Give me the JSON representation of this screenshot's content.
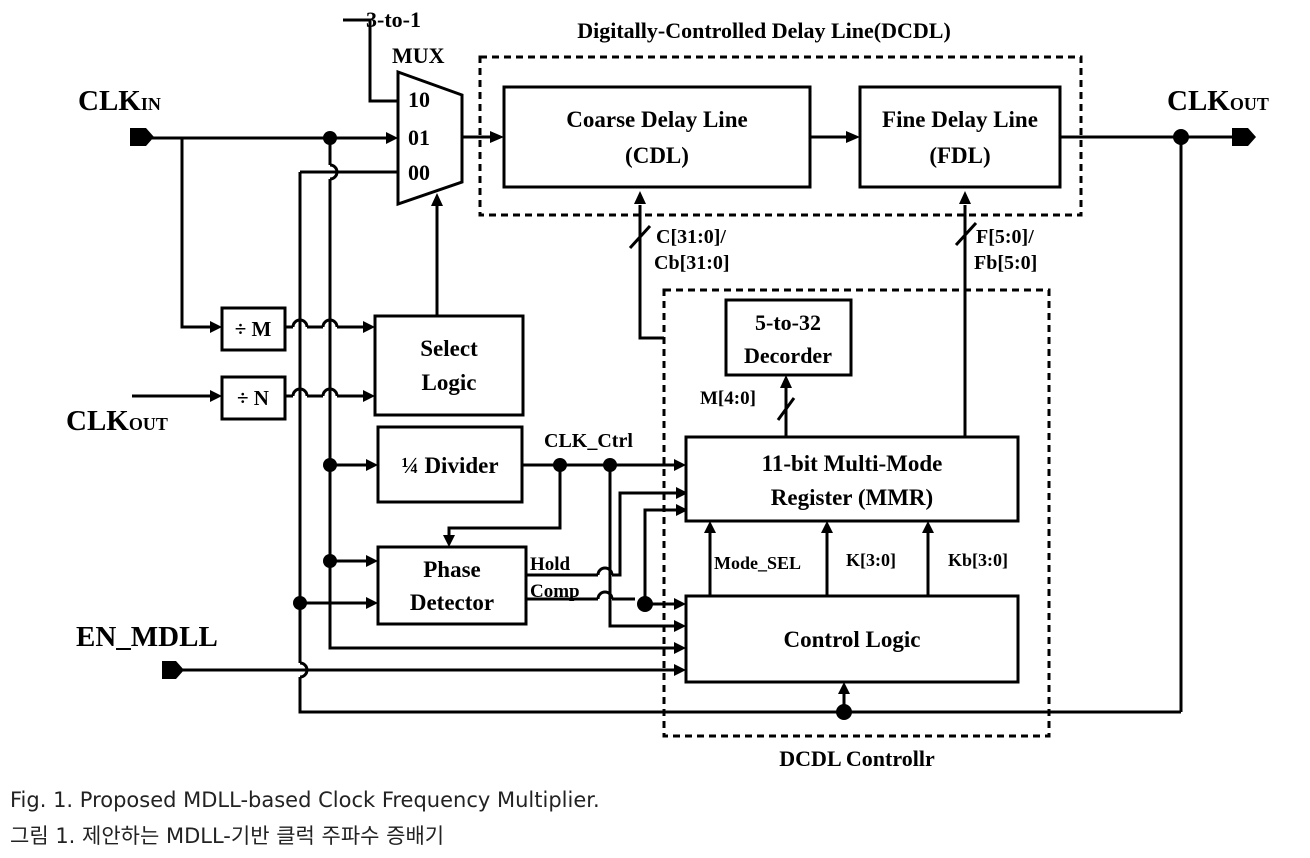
{
  "blocks": {
    "dcdl_title": "Digitally-Controlled Delay Line(DCDL)",
    "mux_title_1": "3-to-1",
    "mux_title_2": "MUX",
    "mux_in_10": "10",
    "mux_in_01": "01",
    "mux_in_00": "00",
    "cdl_1": "Coarse Delay Line",
    "cdl_2": "(CDL)",
    "fdl_1": "Fine Delay Line",
    "fdl_2": "(FDL)",
    "div_m": "÷ M",
    "div_n": "÷ N",
    "select_1": "Select",
    "select_2": "Logic",
    "quarter_div": "¼ Divider",
    "pd_1": "Phase",
    "pd_2": "Detector",
    "decoder_1": "5-to-32",
    "decoder_2": "Decorder",
    "mmr_1": "11-bit Multi-Mode",
    "mmr_2": "Register (MMR)",
    "ctrl": "Control Logic",
    "controller_title": "DCDL Controllr"
  },
  "signals": {
    "clk": "CLK",
    "in_sub": "IN",
    "out_sub": "OUT",
    "en_mdll": "EN_MDLL",
    "c_bus_1": "C[31:0]/",
    "c_bus_2": "Cb[31:0]",
    "f_bus_1": "F[5:0]/",
    "f_bus_2": "Fb[5:0]",
    "m_bus": "M[4:0]",
    "clk_ctrl": "CLK_Ctrl",
    "hold": "Hold",
    "comp": "Comp",
    "mode_sel": "Mode_SEL",
    "k": "K[3:0]",
    "kb": "Kb[3:0]"
  },
  "caption": {
    "en": "Fig.  1. Proposed MDLL-based Clock Frequency Multiplier.",
    "ko": "그림 1. 제안하는 MDLL-기반 클럭 주파수 증배기"
  }
}
